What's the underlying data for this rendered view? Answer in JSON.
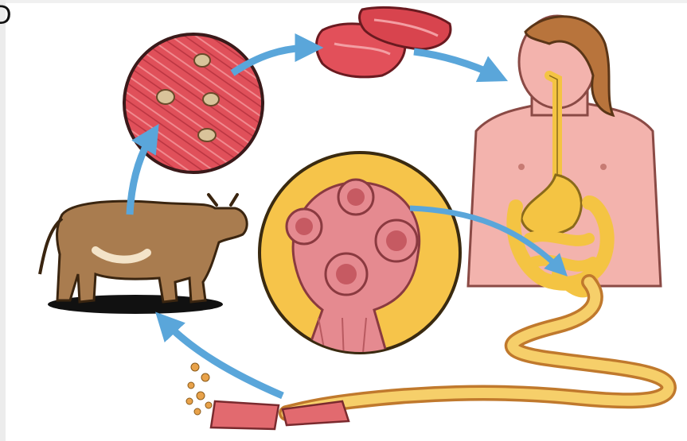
{
  "panel_label": "D",
  "palette": {
    "arrow": "#5aa6da",
    "muscle": "#d64550",
    "skin": "#f3b3ad",
    "intestine": "#f4c443",
    "scolex_bg": "#f6c44a",
    "cow": "#a97c4f"
  },
  "stages": [
    {
      "id": "cow",
      "icon": "cow-icon"
    },
    {
      "id": "muscle_cysts",
      "icon": "muscle-cyst-icon"
    },
    {
      "id": "raw_meat",
      "icon": "meat-icon"
    },
    {
      "id": "human_host",
      "icon": "human-digestive-icon"
    },
    {
      "id": "scolex",
      "icon": "tapeworm-scolex-icon"
    },
    {
      "id": "adult_tapeworm",
      "icon": "tapeworm-icon"
    },
    {
      "id": "eggs_proglottids",
      "icon": "eggs-icon"
    }
  ]
}
